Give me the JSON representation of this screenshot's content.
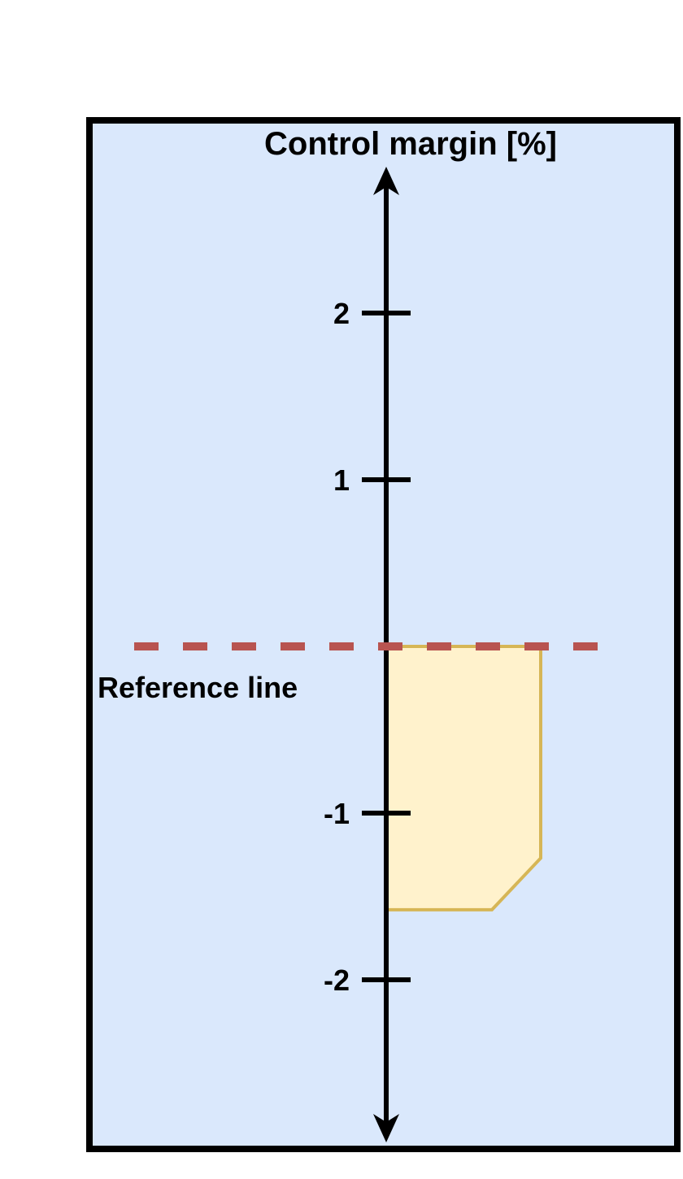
{
  "diagram": {
    "axis_title": "Control margin [%]",
    "reference_label": "Reference line",
    "reference_value": 0,
    "ticks": [
      {
        "value": 2,
        "label": "2"
      },
      {
        "value": 1,
        "label": "1"
      },
      {
        "value": -1,
        "label": "-1"
      },
      {
        "value": -2,
        "label": "-2"
      }
    ],
    "region": {
      "top_value": 0,
      "bottom_value": -1.58,
      "chamfer_start_value": -1.27
    }
  },
  "colors": {
    "panel_fill": "#dae8fc",
    "panel_border": "#000000",
    "axis": "#000000",
    "reference_line": "#b85450",
    "region_fill": "#fff2cc",
    "region_border": "#d6b656"
  }
}
